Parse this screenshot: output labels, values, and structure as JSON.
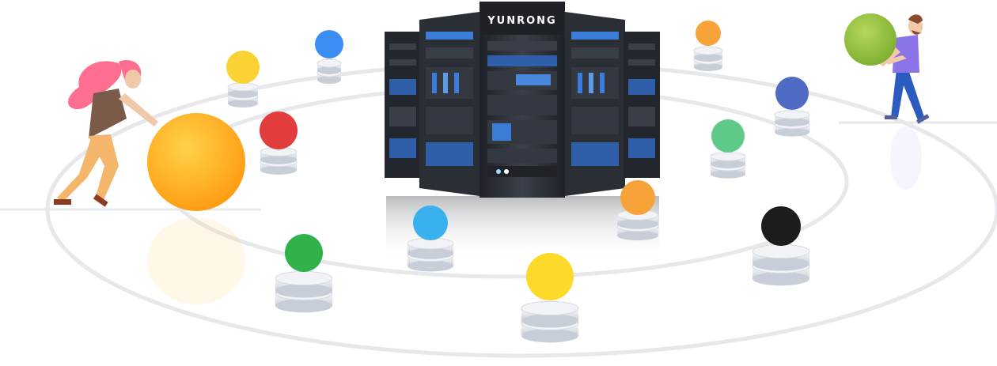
{
  "brand": {
    "label": "YUNRONG"
  },
  "colors": {
    "background": "#ffffff",
    "orbit": "#e6e8ec",
    "rack_dark": "#2a2e35",
    "rack_face": "#3a3f47",
    "rack_accent": "#3b7dd8",
    "disk_top": "#eef0f4",
    "disk_side": "#cfd4dc",
    "big_ball": "#ffb21a",
    "green_ball": "#8fbf3a",
    "person_left_hair": "#ff6f91",
    "person_right_shirt": "#8a74e8"
  },
  "nodes": [
    {
      "id": "node-yellow-top-left",
      "color": "#fbd234"
    },
    {
      "id": "node-blue-top",
      "color": "#3b8ff2"
    },
    {
      "id": "node-red",
      "color": "#e23c3c"
    },
    {
      "id": "node-green-bottom",
      "color": "#2fb24c"
    },
    {
      "id": "node-cyan",
      "color": "#3ab1ef"
    },
    {
      "id": "node-yellow-bottom",
      "color": "#fdd92a"
    },
    {
      "id": "node-orange-center",
      "color": "#f8a23a"
    },
    {
      "id": "node-orange-top-right",
      "color": "#f8a23a"
    },
    {
      "id": "node-indigo",
      "color": "#4f6bc3"
    },
    {
      "id": "node-mint",
      "color": "#5fc98a"
    },
    {
      "id": "node-black",
      "color": "#1c1c1c"
    }
  ]
}
